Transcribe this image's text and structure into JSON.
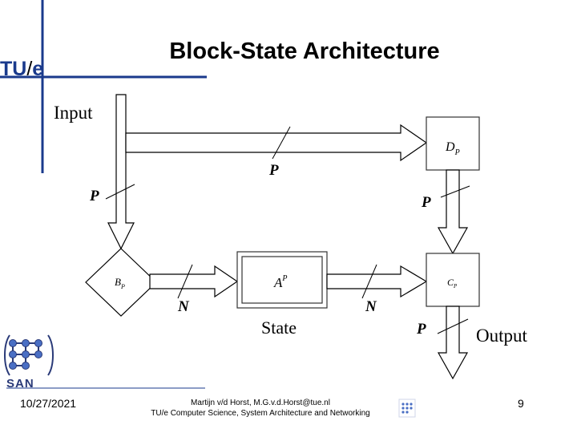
{
  "slide": {
    "title": "Block-State Architecture",
    "logo_text": {
      "tu": "TU",
      "slash": "/",
      "e": "e"
    }
  },
  "diagram": {
    "input_label": "Input",
    "state_label": "State",
    "output_label": "Output",
    "blocks": {
      "dp": {
        "main": "D",
        "sub": "P"
      },
      "br": {
        "main": "B",
        "sub": "P"
      },
      "ap": {
        "main": "A",
        "sup": "P"
      },
      "cp": {
        "main": "C",
        "sub": "P"
      }
    },
    "bus_labels": {
      "top_p": "P",
      "left_p": "P",
      "right_p": "P",
      "left_n": "N",
      "right_n": "N",
      "output_p": "P"
    }
  },
  "footer": {
    "date": "10/27/2021",
    "author_line": "Martijn v/d Horst, M.G.v.d.Horst@tue.nl",
    "affiliation_line": "TU/e Computer Science, System Architecture and Networking",
    "page_number": "9",
    "san_text": "SAN"
  },
  "colors": {
    "accent": "#1a3a8c",
    "line": "#000000",
    "block_border": "#333333"
  }
}
